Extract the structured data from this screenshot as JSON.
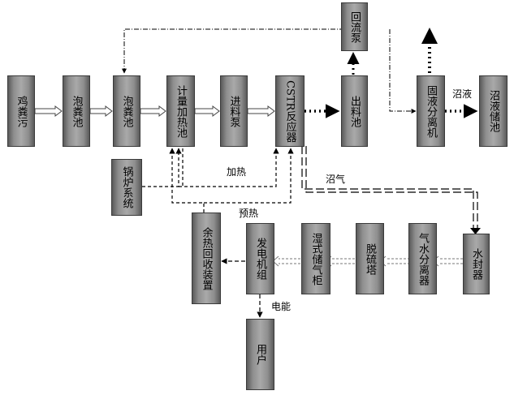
{
  "boxes": {
    "chicken_manure": "鸡粪污",
    "soak_pool_1": "泡粪池",
    "soak_pool_2": "泡粪池",
    "metering_heating_pool": "计量加热池",
    "feed_pump": "进料泵",
    "cstr_reactor": "CSTR反应器",
    "discharge_pool": "出料池",
    "return_pump": "回流泵",
    "solid_liquid_separator": "固液分离机",
    "biogas_slurry_storage": "沼液储池",
    "boiler_system": "锅炉系统",
    "waste_heat_recovery": "余热回收装置",
    "generator_set": "发电机组",
    "wet_gas_holder": "湿式储气柜",
    "desulfurization_tower": "脱硫塔",
    "gas_water_separator": "气水分离器",
    "water_seal": "水封器",
    "user": "用户"
  },
  "annotations": {
    "heating": "加热",
    "preheating": "预热",
    "biogas": "沼气",
    "slurry": "沼液",
    "electricity": "电能"
  }
}
